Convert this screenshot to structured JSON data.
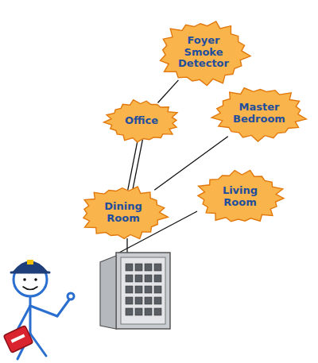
{
  "diagram": {
    "nodes": [
      {
        "text": [
          "Foyer Smoke Detector"
        ]
      },
      {
        "text": [
          "Master Bedroom"
        ]
      },
      {
        "text": [
          "Office"
        ]
      },
      {
        "text": [
          "Living Room"
        ]
      },
      {
        "text": [
          "Dining Room"
        ]
      }
    ],
    "edges": [
      {
        "from": 2,
        "to": 0,
        "arrow": "none"
      },
      {
        "from": 4,
        "to": 2,
        "arrow": "none"
      },
      {
        "from": 4,
        "to": 2,
        "arrow": "none"
      },
      {
        "from": 4,
        "to": 1,
        "arrow": "none"
      }
    ]
  }
}
